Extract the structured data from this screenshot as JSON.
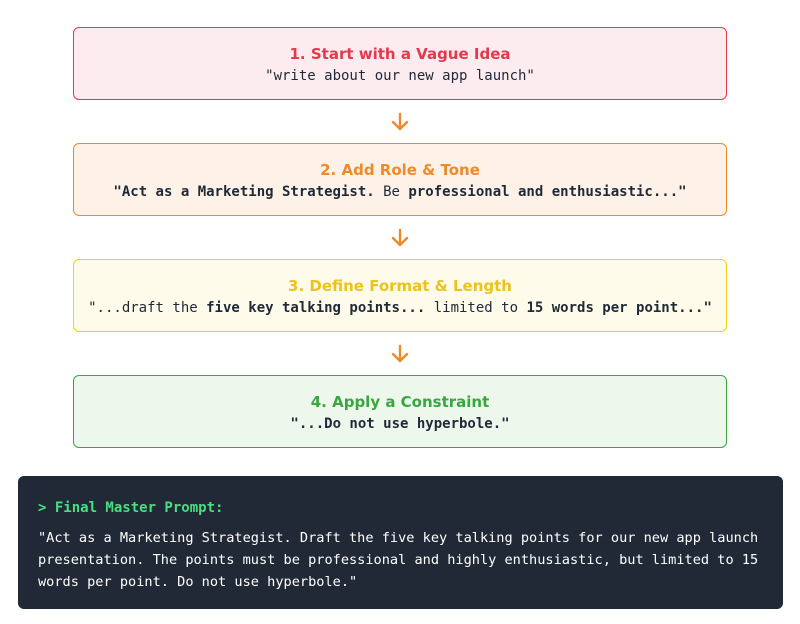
{
  "steps": [
    {
      "title": "1. Start with a Vague Idea",
      "segments": [
        {
          "text": "\"write about our new app launch\"",
          "bold": false
        }
      ]
    },
    {
      "title": "2. Add Role & Tone",
      "segments": [
        {
          "text": "\"Act as a Marketing Strategist.",
          "bold": true
        },
        {
          "text": " Be ",
          "bold": false
        },
        {
          "text": "professional and enthusiastic...\"",
          "bold": true
        }
      ]
    },
    {
      "title": "3. Define Format & Length",
      "segments": [
        {
          "text": "\"...draft the ",
          "bold": false
        },
        {
          "text": "five key talking points...",
          "bold": true
        },
        {
          "text": " limited to ",
          "bold": false
        },
        {
          "text": "15 words per point...\"",
          "bold": true
        }
      ]
    },
    {
      "title": "4. Apply a Constraint",
      "segments": [
        {
          "text": "\"...Do not use hyperbole.\"",
          "bold": true
        }
      ]
    }
  ],
  "arrow_icon": "arrow-down-icon",
  "colors": {
    "red": "#e5384c",
    "orange": "#ef8a2b",
    "yellow": "#f3cf1f",
    "green": "#3aa640",
    "terminal_bg": "#212936",
    "terminal_accent": "#4ade80"
  },
  "final": {
    "title": "> Final Master Prompt:",
    "text": "\"Act as a Marketing Strategist. Draft the five key talking points for our new app launch presentation. The points must be professional and highly enthusiastic, but limited to 15 words per point. Do not use hyperbole.\""
  }
}
